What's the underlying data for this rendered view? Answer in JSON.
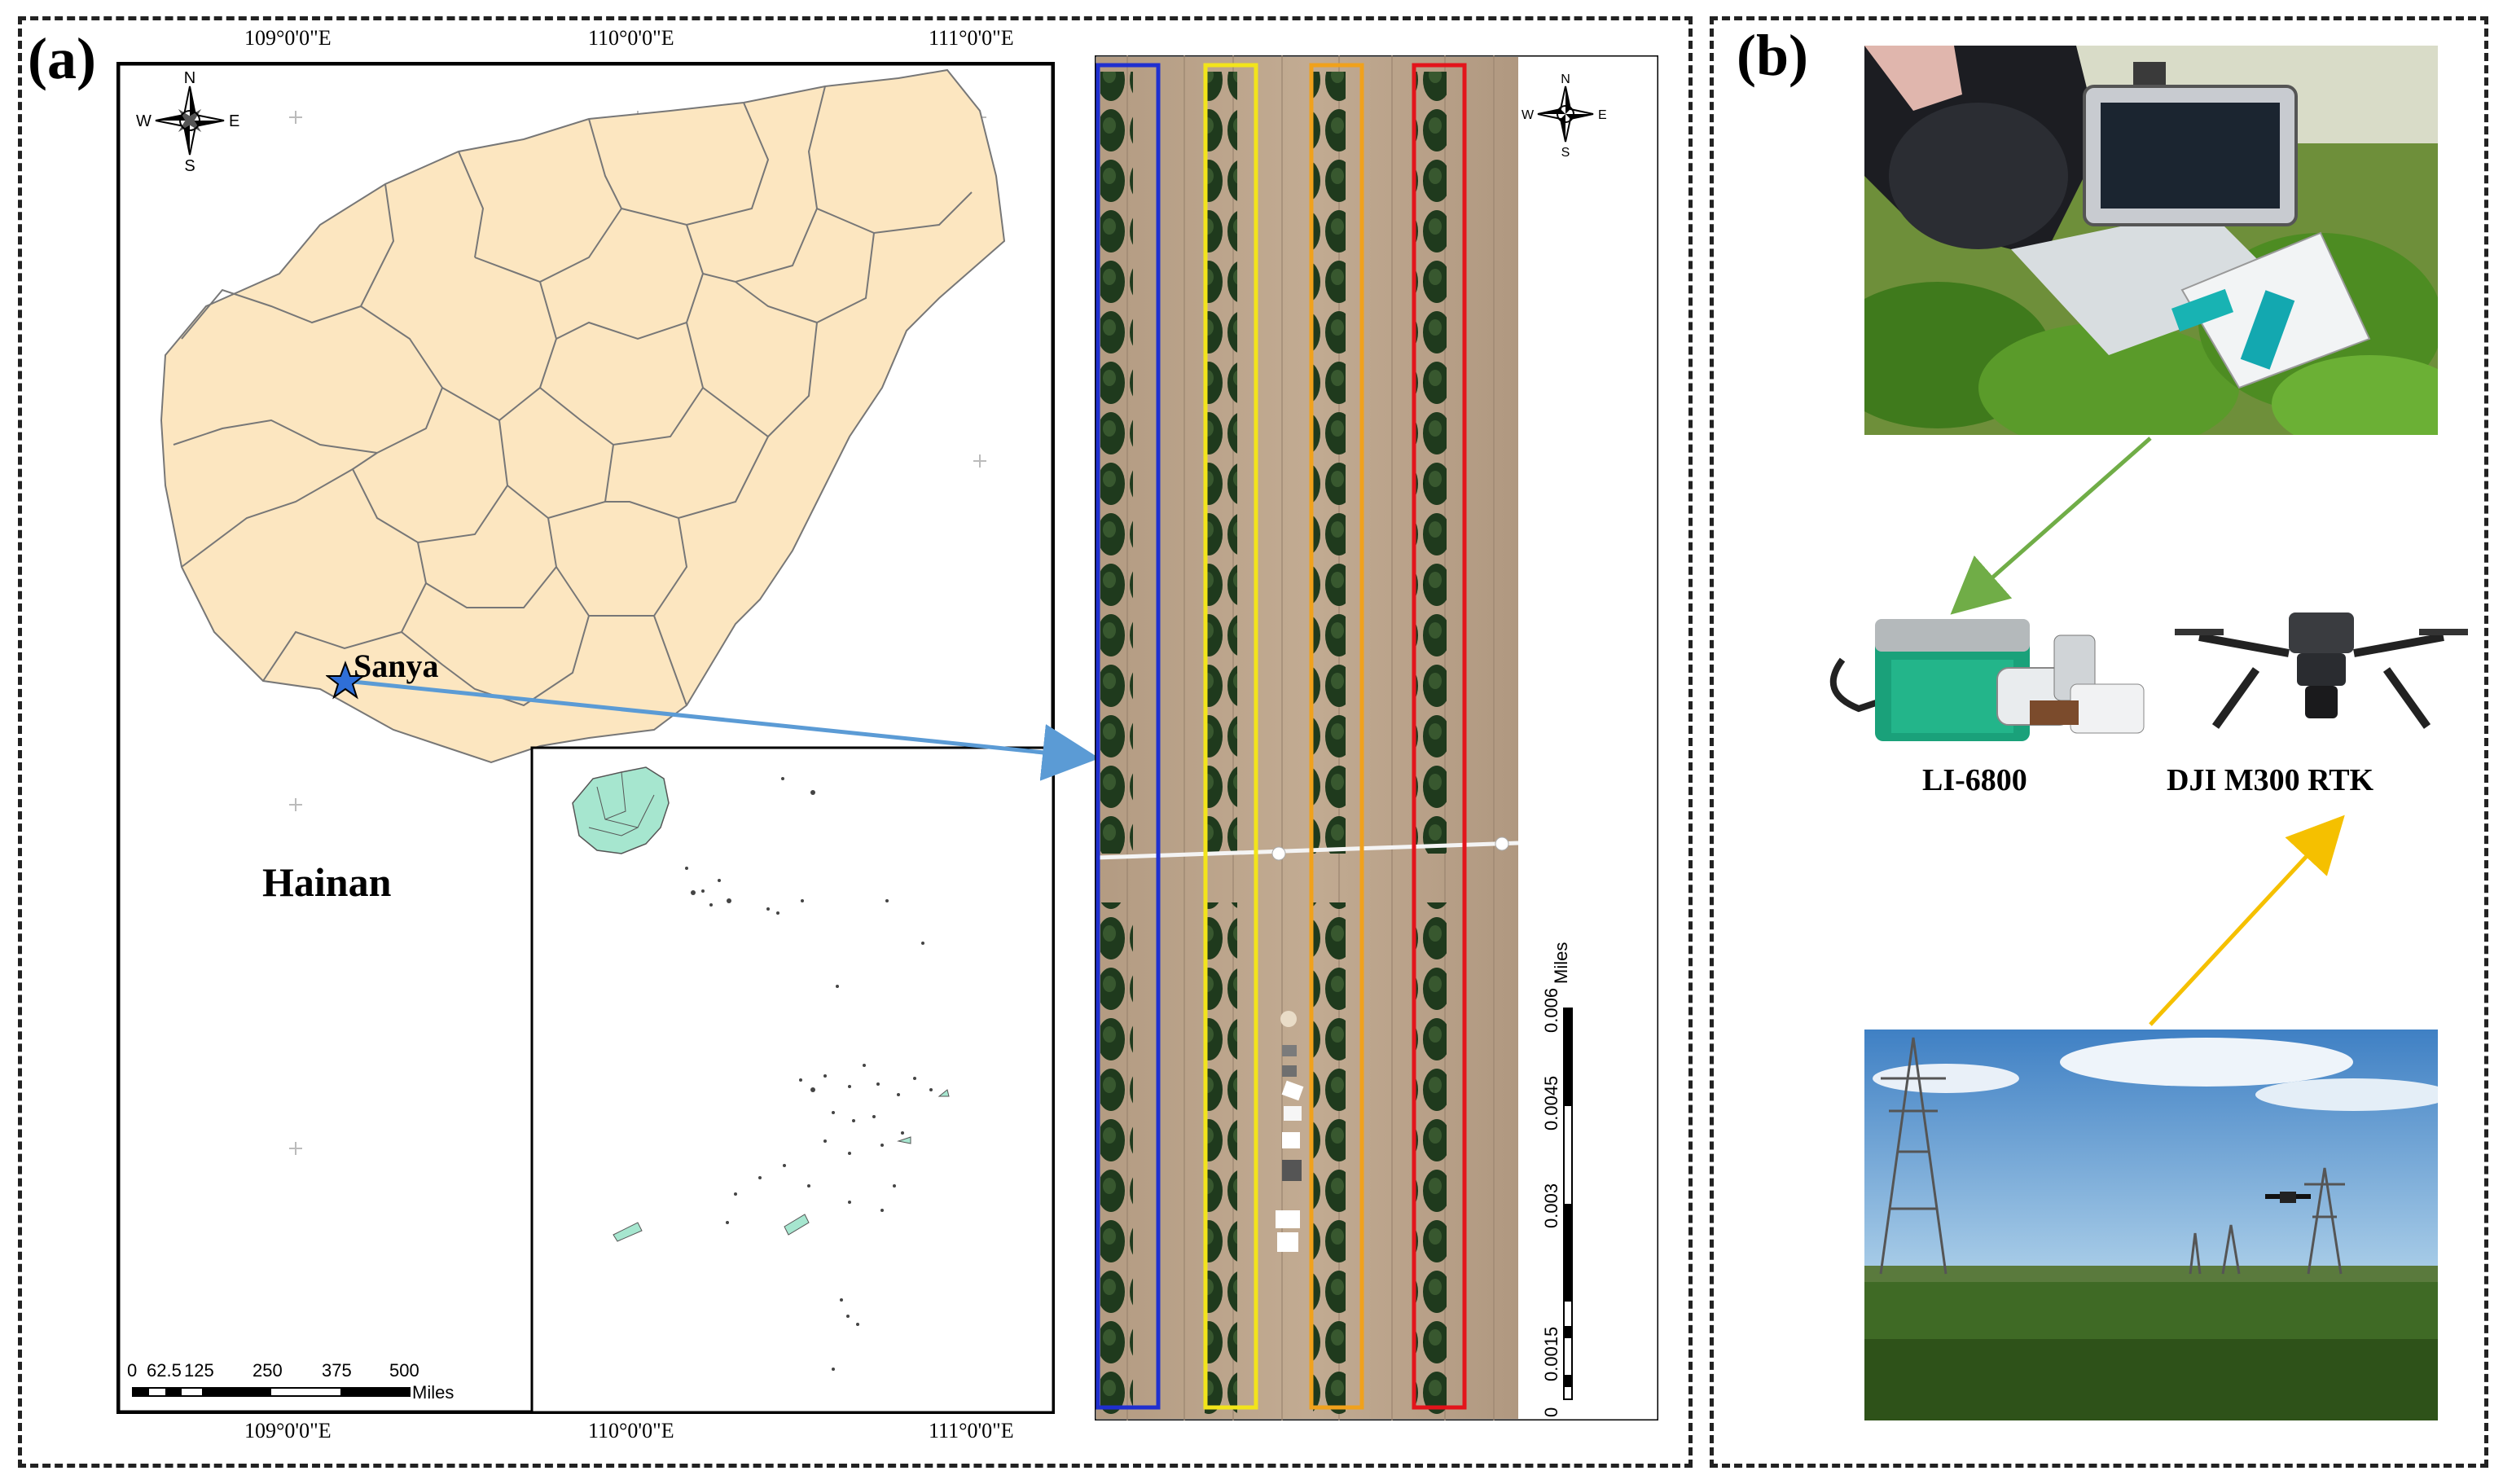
{
  "panels": {
    "a_label": "(a)",
    "b_label": "(b)"
  },
  "map": {
    "lon_labels": [
      "109°0'0\"E",
      "110°0'0\"E",
      "111°0'0\"E"
    ],
    "region_name": "Hainan",
    "site_name": "Sanya",
    "compass": {
      "n": "N",
      "s": "S",
      "e": "E",
      "w": "W"
    },
    "scale_ticks": [
      "0",
      "62.5",
      "125",
      "250",
      "375",
      "500"
    ],
    "scale_unit": "Miles",
    "fill_color": "#fce6c0",
    "inset_fill_color": "#a6e6cf"
  },
  "aerial": {
    "scale_ticks": [
      "0",
      "0.0015",
      "0.003",
      "0.0045",
      "0.006"
    ],
    "scale_unit": "Miles",
    "plot_colors": [
      "#1f2fd0",
      "#f2e41b",
      "#f0a11c",
      "#e3141b"
    ],
    "arrow_color": "#5b9bd5"
  },
  "equipment": {
    "device1_label": "LI-6800",
    "device2_label": "DJI M300 RTK",
    "arrow1_color": "#70ad47",
    "arrow2_color": "#f5c000"
  }
}
